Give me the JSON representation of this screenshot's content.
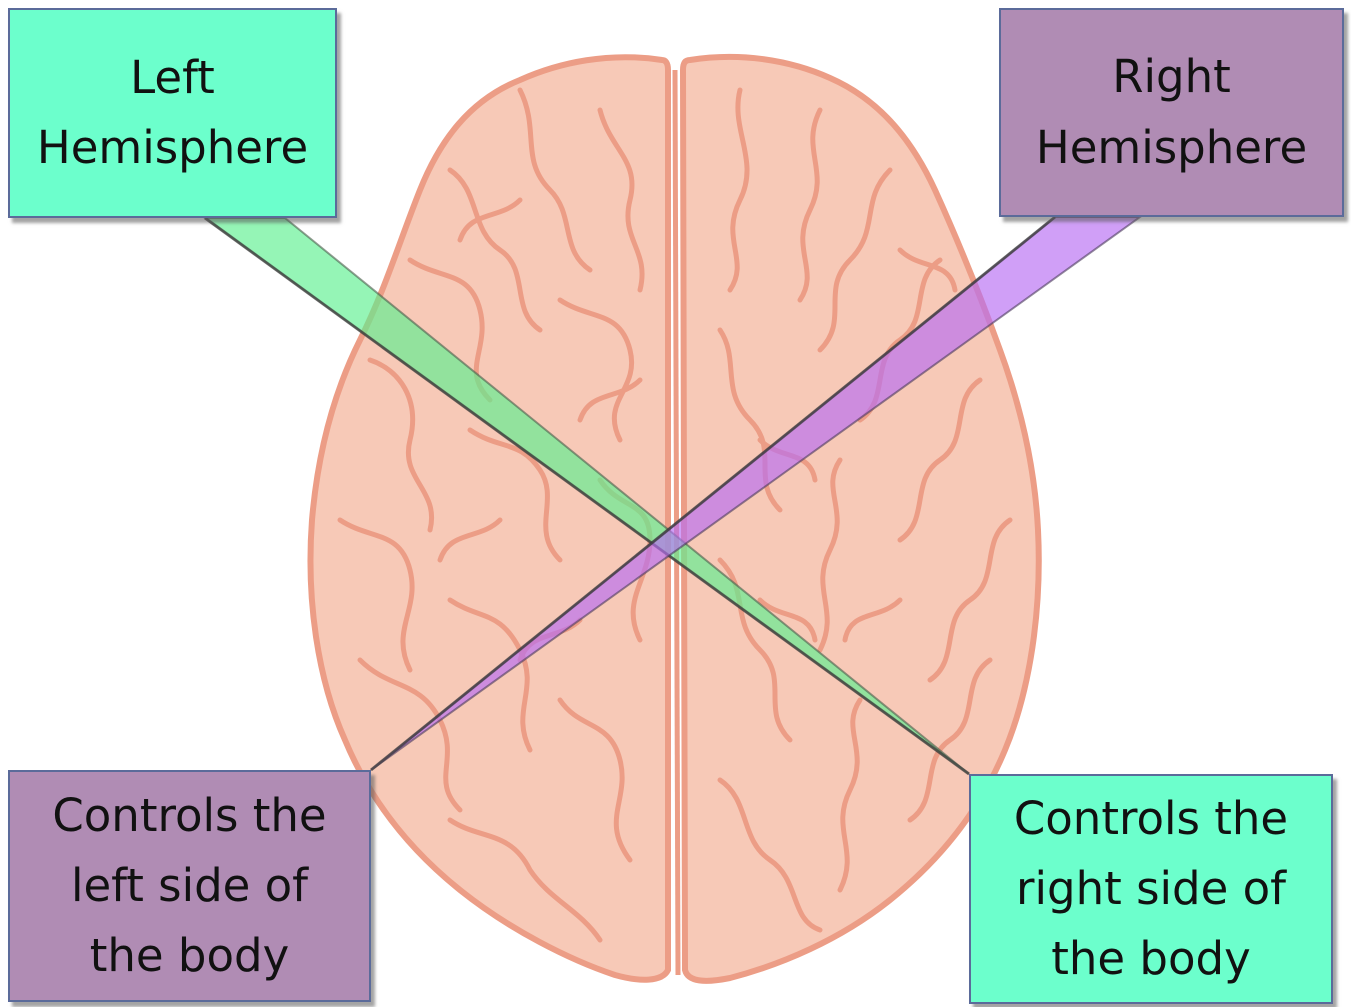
{
  "labels": {
    "left_hemisphere": "Left\nHemisphere",
    "right_hemisphere": "Right\nHemisphere",
    "left_body": "Controls the\nleft side of\nthe body",
    "right_body": "Controls the\nright side of\nthe body"
  },
  "colors": {
    "left_pathway": "#6cffcc",
    "right_pathway": "#b08cb4",
    "left_beam": "#5cf08f",
    "right_beam": "#b76cf2",
    "brain_fill": "#f7c9b7",
    "brain_outline": "#ec9d86",
    "box_border": "#5b6b9a"
  },
  "icons": {
    "brain": "brain-illustration"
  }
}
